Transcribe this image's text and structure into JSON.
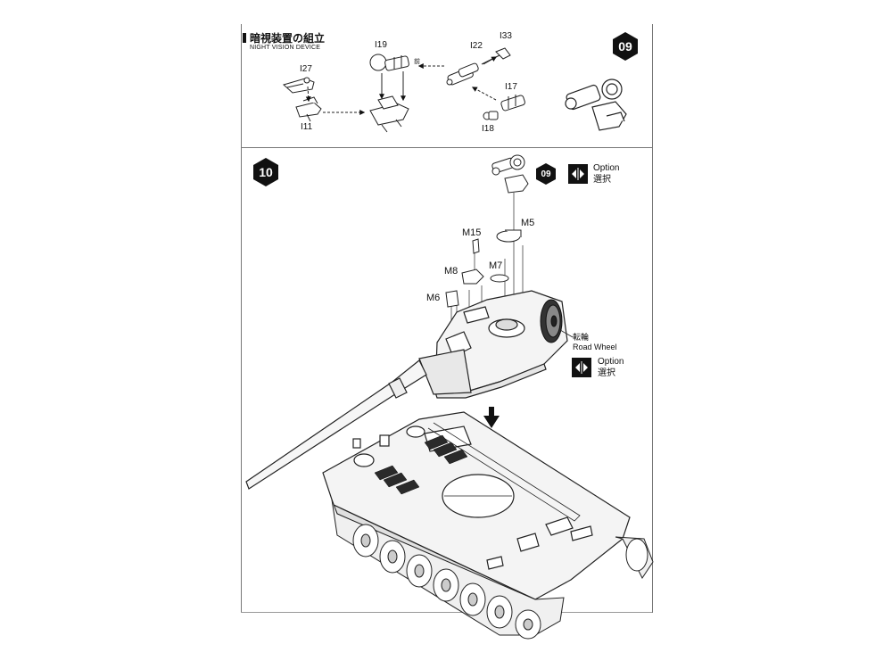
{
  "section_09": {
    "title_jp": "暗視装置の組立",
    "title_en": "NIGHT VISION DEVICE",
    "step_number": "09",
    "parts": {
      "i27": "I27",
      "i11": "I11",
      "i19": "I19",
      "i22": "I22",
      "i33": "I33",
      "i17": "I17",
      "i18": "I18"
    },
    "front_mark": "前"
  },
  "section_10": {
    "step_number": "10",
    "subassembly_ref": "09",
    "option_top": {
      "en": "Option",
      "jp": "選択"
    },
    "option_mid": {
      "en": "Option",
      "jp": "選択"
    },
    "parts": {
      "m15": "M15",
      "m5": "M5",
      "m8": "M8",
      "m7": "M7",
      "m6": "M6"
    },
    "road_wheel": {
      "jp": "転輪",
      "en": "Road Wheel"
    }
  },
  "colors": {
    "ink": "#111111",
    "frame": "#777777",
    "tank_fill": "#f4f4f4",
    "grill": "#2a2a2a"
  }
}
